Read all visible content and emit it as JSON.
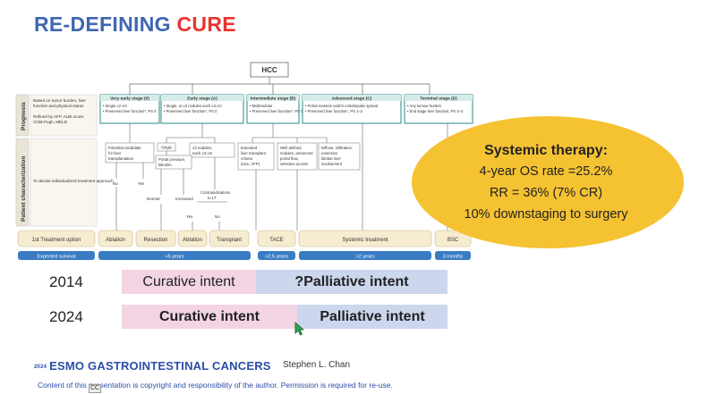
{
  "title": {
    "part1": "RE-DEFINING ",
    "part2": "CURE"
  },
  "bclc": {
    "root": "HCC",
    "row_labels": [
      "Prognosis",
      "Patient characterization"
    ],
    "left_notes": [
      "Based on tumor burden, liver function and physical status",
      "Refined by AFP, ALBI score, Child-Pugh, MELD",
      "To decide individualized treatment approach"
    ],
    "stages": [
      {
        "name": "Very early stage (0)",
        "lines": [
          "• Single ≤2 cm",
          "• Preserved liver function*, PS 0"
        ]
      },
      {
        "name": "Early stage (A)",
        "lines": [
          "• Single, or ≤3 nodules each ≤3 cm",
          "• Preserved liver function*, PS 0"
        ]
      },
      {
        "name": "Intermediate stage (B)",
        "lines": [
          "• Multinodular",
          "• Preserved liver function*, PS 0"
        ]
      },
      {
        "name": "Advanced stage (C)",
        "lines": [
          "• Portal invasion and/or extrahepatic spread",
          "• Preserved liver function*, PS 1–2"
        ]
      },
      {
        "name": "Terminal stage (D)",
        "lines": [
          "• Any tumour burden",
          "• End stage liver function, PS 3–4"
        ]
      }
    ],
    "char_boxes": {
      "potential_candidate": "Potential candidate for liver transplantation",
      "single": "Single",
      "three_nodules": "≤3 nodules, each ≤3 cm",
      "extended": "Extended liver transplant criteria (size, AFP)",
      "well_defined": "Well defined nodules, preserved portal flow, selective access",
      "diffuse": "Diffuse, infiltrative, extensive bilobar liver involvement",
      "portal_pressure": "Portal pressure, bilirubin",
      "normal": "Normal",
      "increased": "Increased",
      "contraindications": "Contraindications to LT",
      "no": "No",
      "yes": "Yes"
    },
    "treatment_label": "1st Treatment option",
    "treatments": [
      "Ablation",
      "Resection",
      "Ablation",
      "Transplant",
      "TACE",
      "Systemic treatment",
      "BSC"
    ],
    "survival_label": "Expected survival",
    "survival": [
      ">5 years",
      ">2.5 years",
      ">2 years",
      "3 months"
    ]
  },
  "systemic": {
    "title": "Systemic therapy:",
    "os_rate": "4-year OS rate =25.2%",
    "rr": "RR = 36% (7% CR)",
    "downstaging": "10% downstaging to surgery",
    "color": "#f5c232"
  },
  "intent": {
    "rows": [
      {
        "year": "2014",
        "curative": "Curative intent",
        "palliative": "?Palliative intent"
      },
      {
        "year": "2024",
        "curative": "Curative intent",
        "palliative": "Palliative intent"
      }
    ],
    "curative_color": "#f2d4e3",
    "palliative_color": "#ccd7ee"
  },
  "footer": {
    "logo_year": "2024",
    "logo": "ESMO GASTROINTESTINAL CANCERS",
    "author": "Stephen L. Chan",
    "disclaimer": "Content of this presentation is copyright and responsibility of the author. Permission is required for re-use."
  },
  "colors": {
    "title_blue": "#3f66b0",
    "title_red": "#e8332e",
    "stage_teal": "#2a8a84",
    "survival_blue": "#3a7cc4",
    "treatment_fill": "#f6ecd0"
  }
}
